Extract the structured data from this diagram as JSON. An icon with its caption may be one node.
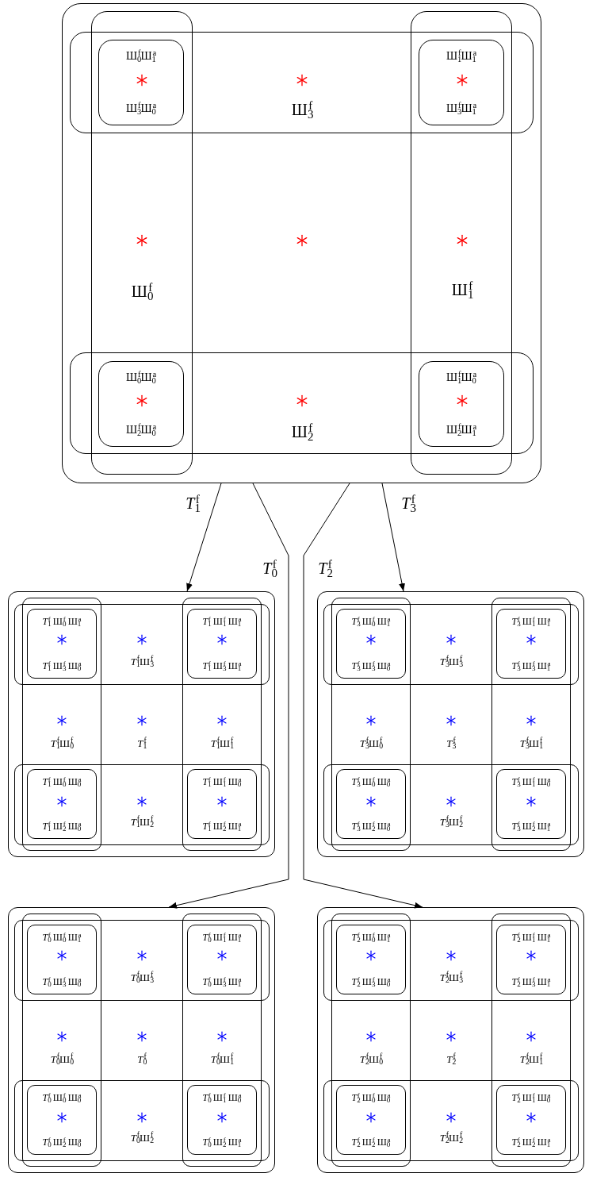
{
  "diagram": {
    "nodes": [
      {
        "text": [],
        "shape": "box"
      },
      {
        "text": [
          "Ш$_{0}$$^{f}$"
        ],
        "in": 0
      },
      {
        "text": [
          "Ш$_{1}$$^{f}$"
        ],
        "in": 0
      },
      {
        "text": [
          "Ш$_{3}$$^{f}$"
        ],
        "in": 0
      },
      {
        "text": [
          "Ш$_{2}$$^{f}$"
        ],
        "in": 0
      },
      {
        "text": [
          "Ш$_{0}$$^{f}$Ш$_{1}$$^{a}$",
          "Ш$_{3}$$^{f}$Ш$_{0}$$^{a}$"
        ]
      },
      {
        "text": [
          "Ш$_{1}$$^{f}$Ш$_{1}$$^{a}$",
          "Ш$_{3}$$^{f}$Ш$_{1}$$^{a}$"
        ]
      },
      {
        "text": [
          "Ш$_{0}$$^{f}$Ш$_{0}$$^{a}$",
          "Ш$_{2}$$^{f}$Ш$_{0}$$^{a}$"
        ]
      },
      {
        "text": [
          "Ш$_{1}$$^{f}$Ш$_{0}$$^{a}$",
          "Ш$_{2}$$^{f}$Ш$_{1}$$^{a}$"
        ]
      },
      {
        "text": [
          "*T*$_{1}$$^{f}$"
        ]
      },
      {
        "text": [
          "*T*$_{1}$$^{f}$Ш$_{0}$$^{f}$"
        ],
        "in": 9
      },
      {
        "text": [
          "*T*$_{1}$$^{f}$Ш$_{1}$$^{f}$"
        ],
        "in": 9
      },
      {
        "text": [
          "*T*$_{1}$$^{f}$Ш$_{3}$$^{f}$"
        ],
        "in": 9
      },
      {
        "text": [
          "*T*$_{1}$$^{f}$Ш$_{2}$$^{f}$"
        ],
        "in": 9
      },
      {
        "text": [
          "*T*$_{1}$$^{f}$ Ш$_{0}$$^{f}$ Ш$_{1}$$^{a}$",
          "*T*$_{1}$$^{f}$ Ш$_{3}$$^{f}$ Ш$_{0}$$^{a}$"
        ]
      },
      {
        "text": [
          "*T*$_{1}$$^{f}$ Ш$_{1}$$^{f}$ Ш$_{1}$$^{a}$",
          "*T*$_{1}$$^{f}$ Ш$_{3}$$^{f}$ Ш$_{1}$$^{a}$"
        ]
      },
      {
        "text": [
          "*T*$_{1}$$^{f}$ Ш$_{0}$$^{f}$ Ш$_{0}$$^{a}$",
          "*T*$_{1}$$^{f}$ Ш$_{2}$$^{f}$ Ш$_{0}$$^{a}$"
        ]
      },
      {
        "text": [
          "*T*$_{1}$$^{f}$ Ш$_{1}$$^{f}$ Ш$_{0}$$^{a}$",
          "*T*$_{1}$$^{f}$ Ш$_{2}$$^{f}$ Ш$_{1}$$^{a}$"
        ]
      },
      {
        "text": [
          "*T*$_{3}$$^{f}$"
        ]
      },
      {
        "text": [
          "*T*$_{3}$$^{f}$Ш$_{0}$$^{f}$"
        ],
        "in": 18
      },
      {
        "text": [
          "*T*$_{3}$$^{f}$Ш$_{1}$$^{f}$"
        ],
        "in": 18
      },
      {
        "text": [
          "*T*$_{3}$$^{f}$Ш$_{3}$$^{f}$"
        ],
        "in": 18
      },
      {
        "text": [
          "*T*$_{3}$$^{f}$Ш$_{2}$$^{f}$"
        ],
        "in": 18
      },
      {
        "text": [
          "*T*$_{3}$$^{f}$ Ш$_{0}$$^{f}$ Ш$_{1}$$^{a}$",
          "*T*$_{3}$$^{f}$ Ш$_{3}$$^{f}$ Ш$_{0}$$^{a}$"
        ]
      },
      {
        "text": [
          "*T*$_{3}$$^{f}$ Ш$_{1}$$^{f}$ Ш$_{1}$$^{a}$",
          "*T*$_{3}$$^{f}$ Ш$_{3}$$^{f}$ Ш$_{1}$$^{a}$"
        ]
      },
      {
        "text": [
          "*T*$_{3}$$^{f}$ Ш$_{0}$$^{f}$ Ш$_{0}$$^{a}$",
          "*T*$_{3}$$^{f}$ Ш$_{2}$$^{f}$ Ш$_{0}$$^{a}$"
        ]
      },
      {
        "text": [
          "*T*$_{3}$$^{f}$ Ш$_{1}$$^{f}$ Ш$_{0}$$^{a}$",
          "*T*$_{3}$$^{f}$ Ш$_{2}$$^{f}$ Ш$_{1}$$^{a}$"
        ]
      },
      {
        "text": [
          "*T*$_{0}$$^{f}$"
        ]
      },
      {
        "text": [
          "*T*$_{0}$$^{f}$Ш$_{0}$$^{f}$"
        ],
        "in": 27
      },
      {
        "text": [
          "*T*$_{0}$$^{f}$Ш$_{1}$$^{f}$"
        ],
        "in": 27
      },
      {
        "text": [
          "*T*$_{0}$$^{f}$Ш$_{3}$$^{f}$"
        ],
        "in": 27
      },
      {
        "text": [
          "*T*$_{0}$$^{f}$Ш$_{2}$$^{f}$"
        ],
        "in": 27
      },
      {
        "text": [
          "*T*$_{0}$$^{f}$ Ш$_{0}$$^{f}$ Ш$_{1}$$^{a}$",
          "*T*$_{0}$$^{f}$ Ш$_{3}$$^{f}$ Ш$_{0}$$^{a}$"
        ]
      },
      {
        "text": [
          "*T*$_{0}$$^{f}$ Ш$_{1}$$^{f}$ Ш$_{1}$$^{a}$",
          "*T*$_{0}$$^{f}$ Ш$_{3}$$^{f}$ Ш$_{1}$$^{a}$"
        ]
      },
      {
        "text": [
          "*T*$_{0}$$^{f}$ Ш$_{0}$$^{f}$ Ш$_{0}$$^{a}$",
          "*T*$_{0}$$^{f}$ Ш$_{2}$$^{f}$ Ш$_{0}$$^{a}$"
        ]
      },
      {
        "text": [
          "*T*$_{0}$$^{f}$ Ш$_{1}$$^{f}$ Ш$_{0}$$^{a}$",
          "*T*$_{0}$$^{f}$ Ш$_{2}$$^{f}$ Ш$_{1}$$^{a}$"
        ]
      },
      {
        "text": [
          "*T*$_{2}$$^{f}$"
        ]
      },
      {
        "text": [
          "*T*$_{2}$$^{f}$Ш$_{0}$$^{f}$"
        ],
        "in": 36
      },
      {
        "text": [
          "*T*$_{2}$$^{f}$Ш$_{1}$$^{f}$"
        ],
        "in": 36
      },
      {
        "text": [
          "*T*$_{2}$$^{f}$Ш$_{3}$$^{f}$"
        ],
        "in": 36
      },
      {
        "text": [
          "*T*$_{2}$$^{f}$Ш$_{2}$$^{f}$"
        ],
        "in": 36
      },
      {
        "text": [
          "*T*$_{2}$$^{f}$ Ш$_{0}$$^{f}$ Ш$_{1}$$^{a}$",
          "*T*$_{2}$$^{f}$ Ш$_{3}$$^{f}$ Ш$_{0}$$^{a}$"
        ]
      },
      {
        "text": [
          "*T*$_{2}$$^{f}$ Ш$_{1}$$^{f}$ Ш$_{1}$$^{a}$",
          "*T*$_{2}$$^{f}$ Ш$_{3}$$^{f}$ Ш$_{1}$$^{a}$"
        ]
      },
      {
        "text": [
          "*T*$_{2}$$^{f}$ Ш$_{0}$$^{f}$ Ш$_{0}$$^{a}$",
          "*T*$_{2}$$^{f}$ Ш$_{2}$$^{f}$ Ш$_{0}$$^{a}$"
        ]
      },
      {
        "text": [
          "*T*$_{2}$$^{f}$ Ш$_{1}$$^{f}$ Ш$_{0}$$^{a}$",
          "*T*$_{2}$$^{f}$ Ш$_{2}$$^{f}$ Ш$_{1}$$^{a}$"
        ]
      }
    ],
    "edges": [
      {
        "from": 0,
        "to": 9,
        "arrow": "to",
        "label": "*T*$_{1}$$^{f}$"
      },
      {
        "from": 0,
        "to": 18,
        "arrow": "to",
        "label": "*T*$_{3}$$^{f}$"
      },
      {
        "from": 0,
        "to": 27,
        "arrow": "to",
        "label": "*T*$_{0}$$^{f}$"
      },
      {
        "from": 0,
        "to": 36,
        "arrow": "to",
        "label": "*T*$_{2}$$^{f}$"
      }
    ]
  }
}
